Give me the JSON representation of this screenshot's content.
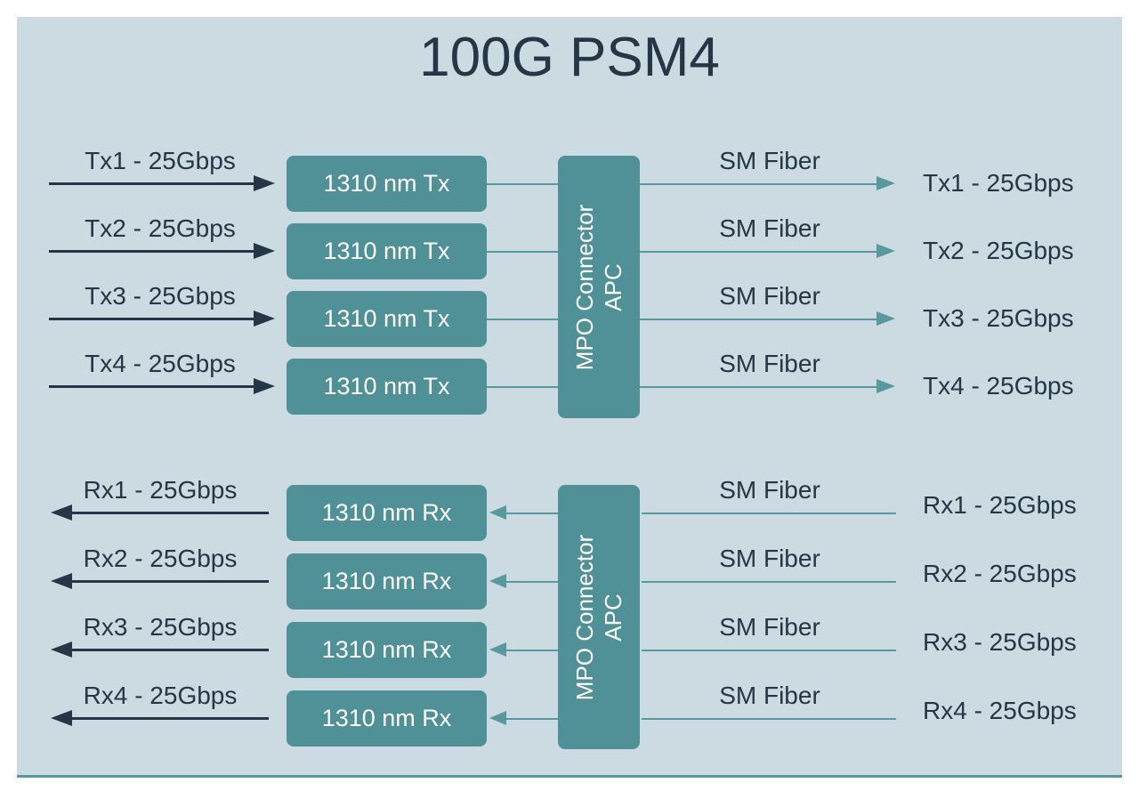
{
  "title": "100G PSM4",
  "colors": {
    "panel-bg": "#ccdae1",
    "teal": "#509097",
    "line-teal": "#5899a0",
    "dark": "#253646",
    "module-text": "#ffffff"
  },
  "tx": {
    "connector": {
      "line1": "MPO Connector",
      "line2": "APC"
    },
    "rows": [
      {
        "left": "Tx1 - 25Gbps",
        "module": "1310 nm Tx",
        "fiber": "SM Fiber",
        "right": "Tx1 - 25Gbps"
      },
      {
        "left": "Tx2 - 25Gbps",
        "module": "1310 nm Tx",
        "fiber": "SM Fiber",
        "right": "Tx2 - 25Gbps"
      },
      {
        "left": "Tx3 - 25Gbps",
        "module": "1310 nm Tx",
        "fiber": "SM Fiber",
        "right": "Tx3 - 25Gbps"
      },
      {
        "left": "Tx4 - 25Gbps",
        "module": "1310 nm Tx",
        "fiber": "SM Fiber",
        "right": "Tx4 - 25Gbps"
      }
    ]
  },
  "rx": {
    "connector": {
      "line1": "MPO Connector",
      "line2": "APC"
    },
    "rows": [
      {
        "left": "Rx1 - 25Gbps",
        "module": "1310 nm Rx",
        "fiber": "SM Fiber",
        "right": "Rx1 - 25Gbps"
      },
      {
        "left": "Rx2 - 25Gbps",
        "module": "1310 nm Rx",
        "fiber": "SM Fiber",
        "right": "Rx2 - 25Gbps"
      },
      {
        "left": "Rx3 - 25Gbps",
        "module": "1310 nm Rx",
        "fiber": "SM Fiber",
        "right": "Rx3 - 25Gbps"
      },
      {
        "left": "Rx4 - 25Gbps",
        "module": "1310 nm Rx",
        "fiber": "SM Fiber",
        "right": "Rx4 - 25Gbps"
      }
    ]
  }
}
